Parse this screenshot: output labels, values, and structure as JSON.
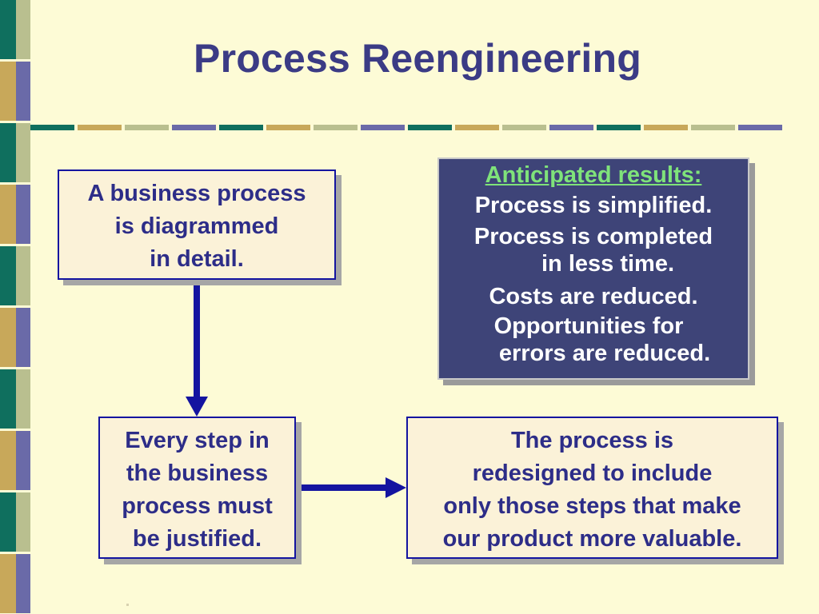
{
  "slide": {
    "title": "Process Reengineering",
    "palette": {
      "background": "#fdfbd6",
      "teal": "#0f6f5e",
      "gold": "#c8a85a",
      "sage": "#b9bf8f",
      "periwinkle": "#6a6aa8",
      "box_fill": "#fbf2d8",
      "box_border": "#1414a0",
      "text_blue": "#2d2d88",
      "results_fill": "#3e4478",
      "results_heading": "#7fe37a",
      "arrow": "#1414a0"
    }
  },
  "diagram": {
    "steps": [
      {
        "lines": [
          "A business process",
          "is diagrammed",
          "in detail."
        ]
      },
      {
        "lines": [
          "Every step in",
          "the business",
          "process must",
          "be justified."
        ]
      },
      {
        "lines": [
          "The process is",
          "redesigned to include",
          "only those steps that make",
          "our product more valuable."
        ]
      }
    ],
    "connectors": [
      {
        "from": "step-1",
        "to": "step-2",
        "direction": "down"
      },
      {
        "from": "step-2",
        "to": "step-3",
        "direction": "right"
      }
    ]
  },
  "results": {
    "heading": "Anticipated results:",
    "items": [
      {
        "lines": [
          "Process is simplified."
        ]
      },
      {
        "lines": [
          "Process is completed",
          "in less time."
        ]
      },
      {
        "lines": [
          "Costs are reduced."
        ]
      },
      {
        "lines": [
          "Opportunities for",
          "errors are reduced."
        ]
      }
    ]
  }
}
